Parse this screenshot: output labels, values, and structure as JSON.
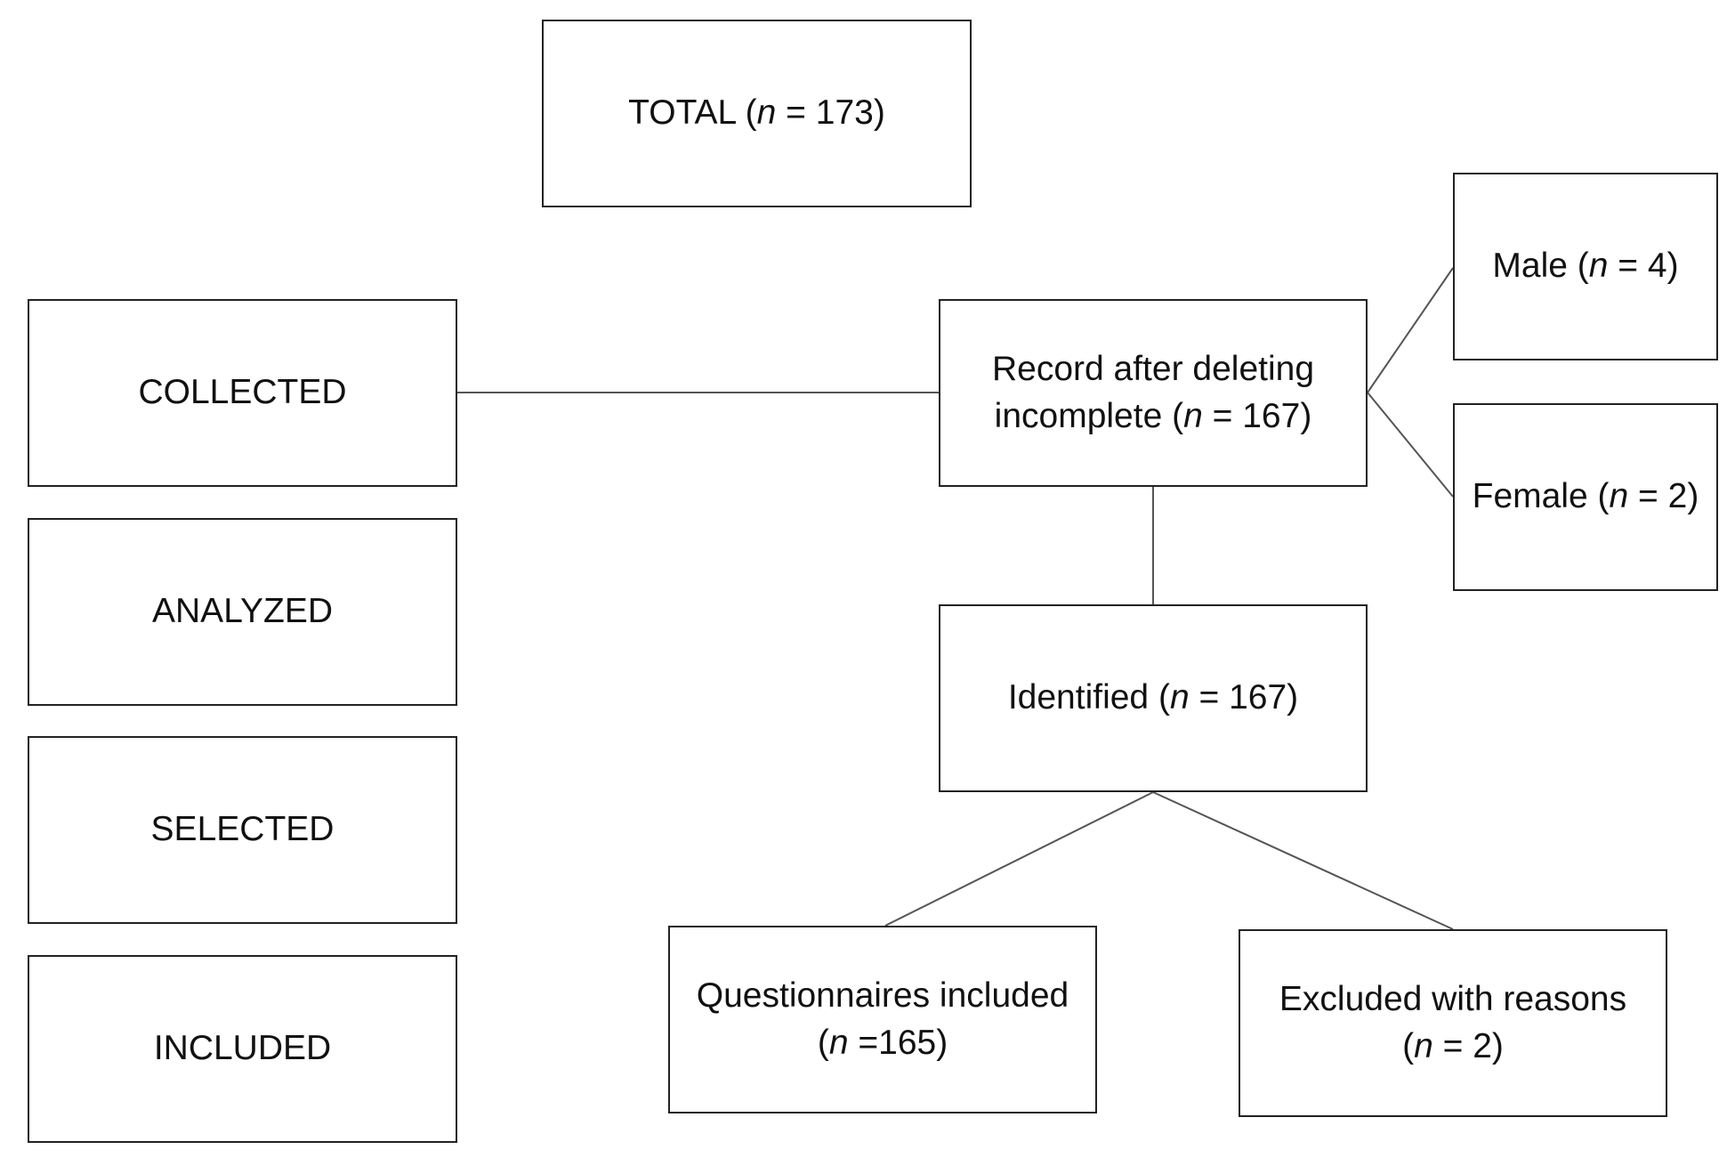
{
  "boxes": {
    "total": {
      "label": "TOTAL (",
      "n": "n",
      "value": " = 173)"
    },
    "collected": {
      "label": "COLLECTED"
    },
    "analyzed": {
      "label": "ANALYZED"
    },
    "selected": {
      "label": "SELECTED"
    },
    "included": {
      "label": "INCLUDED"
    },
    "record": {
      "line1": "Record after deleting",
      "line2_pre": "incomplete (",
      "n": "n",
      "line2_post": " = 167)"
    },
    "male": {
      "label": "Male (",
      "n": "n",
      "value": " = 4)"
    },
    "female": {
      "label": "Female (",
      "n": "n",
      "value": " = 2)"
    },
    "identified": {
      "label": "Identified (",
      "n": "n",
      "value": " = 167)"
    },
    "questionnaires": {
      "line1": "Questionnaires included",
      "line2_pre": "(",
      "n": "n",
      "line2_post": " =165)"
    },
    "excluded": {
      "line1": "Excluded with reasons",
      "line2_pre": "(",
      "n": "n",
      "line2_post": " = 2)"
    }
  }
}
